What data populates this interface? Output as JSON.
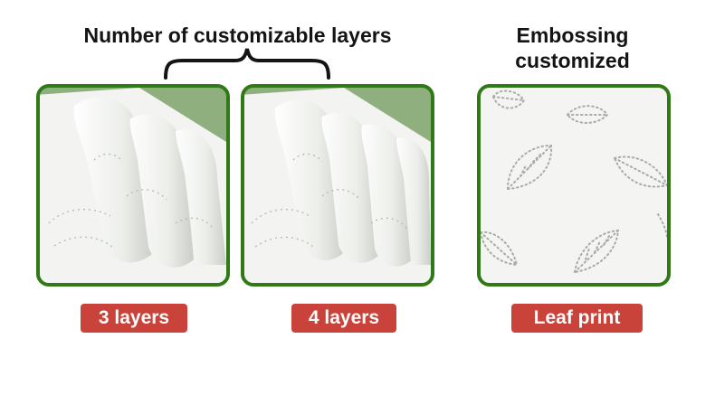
{
  "headings": {
    "layers": "Number of customizable layers",
    "emboss": "Embossing customized"
  },
  "labels": {
    "three_layers": "3 layers",
    "four_layers": "4 layers",
    "leaf_print": "Leaf print"
  },
  "colors": {
    "frame_green": "#2f7a16",
    "card_green_bg": "#8fb07e",
    "label_red": "#c9433a",
    "label_text": "#ffffff",
    "heading_text": "#141414"
  },
  "icons": [
    "brace-icon",
    "leaf-emboss-icon"
  ]
}
